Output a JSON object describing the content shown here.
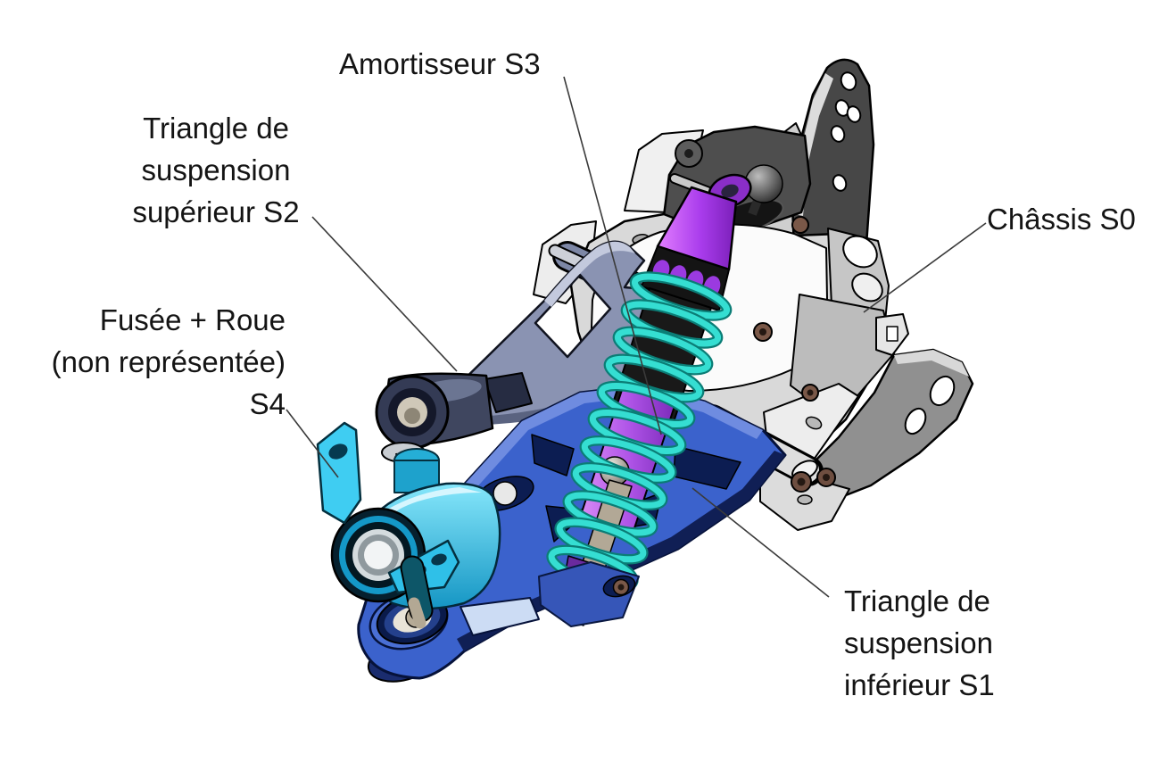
{
  "annotations": {
    "amortisseur_s3": {
      "lines": [
        "Amortisseur S3"
      ]
    },
    "triangle_superieur_s2": {
      "lines": [
        "Triangle de",
        "suspension",
        "supérieur S2"
      ]
    },
    "chassis_s0": {
      "lines": [
        "Châssis S0"
      ]
    },
    "fusee_roue_s4": {
      "lines": [
        "Fusée + Roue",
        "(non représentée)",
        "S4"
      ]
    },
    "triangle_inferieur_s1": {
      "lines": [
        "Triangle de",
        "suspension",
        "inférieur S1"
      ]
    }
  },
  "colors": {
    "background": "#ffffff",
    "label_text": "#141414",
    "leader_line": "#3a3a3a",
    "chassis_body": "#d9d9d9",
    "chassis_drum": "#fbfbfb",
    "chassis_tower": "#474747",
    "chassis_bracket": "#909090",
    "upper_arm": "#8a93b2",
    "upper_arm_dark": "#3f465f",
    "lower_arm": "#3b62cc",
    "lower_arm_pocket": "#0c1d52",
    "lower_arm_inlay": "#ccdcf4",
    "knuckle": "#38c8ee",
    "knuckle_tab": "#3fcdf2",
    "shock_cap": "#b040f0",
    "shock_body_light": "#d98af5",
    "shock_body_dark": "#7a28b8",
    "spring": "#35ded2",
    "spring_dark": "#0b7d76",
    "shaft_tan": "#b2a896",
    "screw": "#7a5848",
    "pin_silver": "#dedede"
  }
}
